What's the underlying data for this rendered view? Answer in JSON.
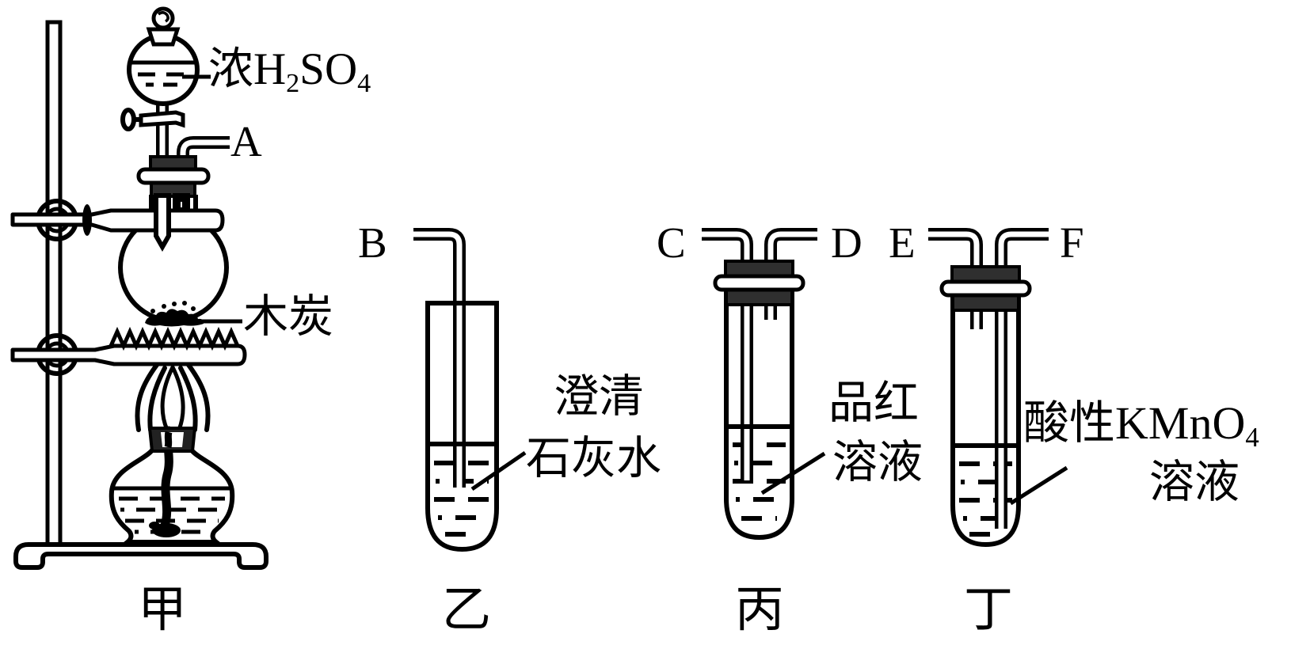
{
  "diagram": {
    "captions": {
      "jia": "甲",
      "yi": "乙",
      "bing": "丙",
      "ding": "丁"
    },
    "ports": {
      "a": "A",
      "b": "B",
      "c": "C",
      "d": "D",
      "e": "E",
      "f": "F"
    },
    "reagent_h2so4": {
      "pre": "浓H",
      "sub1": "2",
      "mid": "SO",
      "sub2": "4"
    },
    "charcoal": "木炭",
    "limewater": {
      "line1": "澄清",
      "line2": "石灰水"
    },
    "fuchsin": {
      "line1": "品红",
      "line2": "溶液"
    },
    "kmno4": {
      "line1_pre": "酸性KMnO",
      "line1_sub": "4",
      "line2": "溶液"
    }
  }
}
